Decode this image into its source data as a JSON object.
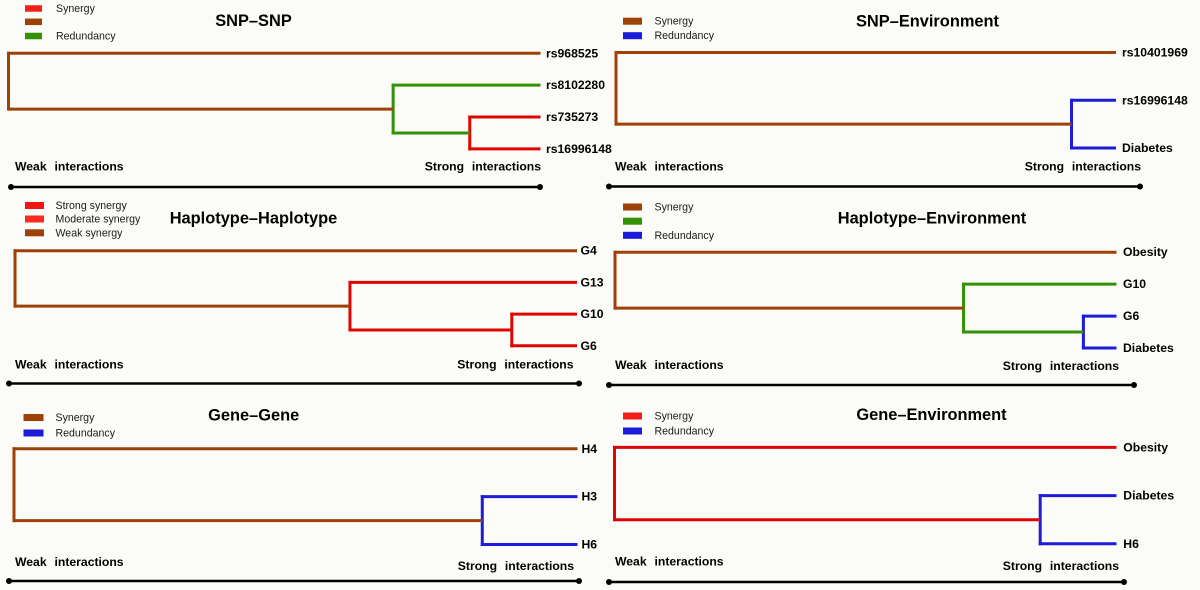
{
  "figure": {
    "background_color": "#fbfbf8",
    "description": "Six entropy-based interaction dendrograms arranged in a 2x3 grid",
    "axis_weak_label": "Weak interactions",
    "axis_strong_label": "Strong interactions"
  },
  "palette": {
    "synergy_red": "#e00505",
    "legend_red": "#f32019",
    "moderate_red": "#fb2c1d",
    "weak_brown": "#9d4106",
    "redundancy_green": "#339203",
    "redundancy_blue": "#1c1cd9",
    "scale_bar_black": "#000000"
  },
  "chart_data": [
    {
      "type": "dendrogram",
      "title": "SNP–SNP",
      "legend": [
        {
          "label": "Synergy",
          "color": "#f32019"
        },
        {
          "label": "",
          "color": "#9d4106"
        },
        {
          "label": "Redundancy",
          "color": "#339203"
        }
      ],
      "axis": {
        "left": "Weak interactions",
        "right": "Strong interactions"
      },
      "leaves": [
        "rs968525",
        "rs8102280",
        "rs735273",
        "rs16996148"
      ],
      "tree": {
        "pos": 0,
        "color": "#9d4106",
        "children": [
          {
            "leaf": "rs968525"
          },
          {
            "pos": 0.723,
            "color": "#339203",
            "children": [
              {
                "leaf": "rs8102280"
              },
              {
                "pos": 0.867,
                "color": "#e00505",
                "children": [
                  {
                    "leaf": "rs735273"
                  },
                  {
                    "leaf": "rs16996148"
                  }
                ]
              }
            ]
          }
        ]
      }
    },
    {
      "type": "dendrogram",
      "title": "SNP–Environment",
      "legend": [
        {
          "label": "Synergy",
          "color": "#9d4106"
        },
        {
          "label": "Redundancy",
          "color": "#1c1cd9"
        }
      ],
      "axis": {
        "left": "Weak interactions",
        "right": "Strong interactions"
      },
      "leaves": [
        "rs10401969",
        "rs16996148",
        "Diabetes"
      ],
      "tree": {
        "pos": 0,
        "color": "#9d4106",
        "children": [
          {
            "leaf": "rs10401969"
          },
          {
            "pos": 0.911,
            "color": "#1c1cd9",
            "children": [
              {
                "leaf": "rs16996148"
              },
              {
                "leaf": "Diabetes"
              }
            ]
          }
        ]
      }
    },
    {
      "type": "dendrogram",
      "title": "Haplotype–Haplotype",
      "legend": [
        {
          "label": "Strong synergy",
          "color": "#f01510"
        },
        {
          "label": "Moderate synergy",
          "color": "#fb2c1d"
        },
        {
          "label": "Weak synergy",
          "color": "#9d4106"
        }
      ],
      "axis": {
        "left": "Weak interactions",
        "right": "Strong interactions"
      },
      "leaves": [
        "G4",
        "G13",
        "G10",
        "G6"
      ],
      "tree": {
        "pos": 0,
        "color": "#9d4106",
        "children": [
          {
            "leaf": "G4"
          },
          {
            "pos": 0.596,
            "color": "#e00505",
            "children": [
              {
                "leaf": "G13"
              },
              {
                "pos": 0.884,
                "color": "#e00505",
                "children": [
                  {
                    "leaf": "G10"
                  },
                  {
                    "leaf": "G6"
                  }
                ]
              }
            ]
          }
        ]
      }
    },
    {
      "type": "dendrogram",
      "title": "Haplotype–Environment",
      "legend": [
        {
          "label": "Synergy",
          "color": "#9d4106"
        },
        {
          "label": "",
          "color": "#339203"
        },
        {
          "label": "Redundancy",
          "color": "#1c1cd9"
        }
      ],
      "axis": {
        "left": "Weak interactions",
        "right": "Strong interactions"
      },
      "leaves": [
        "Obesity",
        "G10",
        "G6",
        "Diabetes"
      ],
      "tree": {
        "pos": 0,
        "color": "#9d4106",
        "children": [
          {
            "leaf": "Obesity"
          },
          {
            "pos": 0.695,
            "color": "#339203",
            "children": [
              {
                "leaf": "G10"
              },
              {
                "pos": 0.934,
                "color": "#1c1cd9",
                "children": [
                  {
                    "leaf": "G6"
                  },
                  {
                    "leaf": "Diabetes"
                  }
                ]
              }
            ]
          }
        ]
      }
    },
    {
      "type": "dendrogram",
      "title": "Gene–Gene",
      "legend": [
        {
          "label": "Synergy",
          "color": "#9d4106"
        },
        {
          "label": "Redundancy",
          "color": "#1c1cd9"
        }
      ],
      "axis": {
        "left": "Weak interactions",
        "right": "Strong interactions"
      },
      "leaves": [
        "H4",
        "H3",
        "H6"
      ],
      "tree": {
        "pos": 0,
        "color": "#9d4106",
        "children": [
          {
            "leaf": "H4"
          },
          {
            "pos": 0.831,
            "color": "#1c1cd9",
            "children": [
              {
                "leaf": "H3"
              },
              {
                "leaf": "H6"
              }
            ]
          }
        ]
      }
    },
    {
      "type": "dendrogram",
      "title": "Gene–Environment",
      "legend": [
        {
          "label": "Synergy",
          "color": "#f32019"
        },
        {
          "label": "Redundancy",
          "color": "#1c1cd9"
        }
      ],
      "axis": {
        "left": "Weak interactions",
        "right": "Strong interactions"
      },
      "leaves": [
        "Obesity",
        "Diabetes",
        "H6"
      ],
      "tree": {
        "pos": 0,
        "color": "#e00505",
        "children": [
          {
            "leaf": "Obesity"
          },
          {
            "pos": 0.848,
            "color": "#1c1cd9",
            "children": [
              {
                "leaf": "Diabetes"
              },
              {
                "leaf": "H6"
              }
            ]
          }
        ]
      }
    }
  ]
}
